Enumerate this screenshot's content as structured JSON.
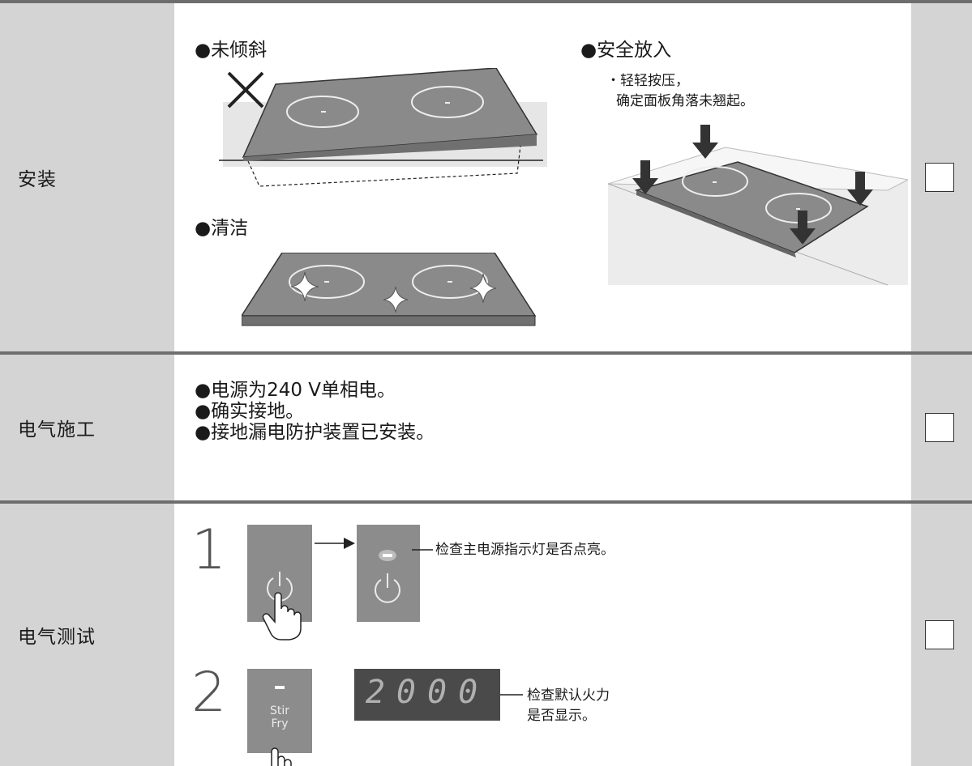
{
  "rows": [
    {
      "label": "安装",
      "sections": {
        "not_tilted": "●未倾斜",
        "clean": "●清洁",
        "safe_place": "●安全放入",
        "safe_note_1": "・轻轻按压，",
        "safe_note_2": "确定面板角落未翘起。"
      }
    },
    {
      "label": "电气施工",
      "items": [
        "●电源为240 V单相电。",
        "●确实接地。",
        "●接地漏电防护装置已安装。"
      ]
    },
    {
      "label": "电气测试",
      "step1": {
        "number": "1",
        "note": "检查主电源指示灯是否点亮。"
      },
      "step2": {
        "number": "2",
        "button_text_1": "Stir",
        "button_text_2": "Fry",
        "display": "2000",
        "note_1": "检查默认火力",
        "note_2": "是否显示。"
      }
    }
  ],
  "colors": {
    "label_bg": "#d4d4d4",
    "divider": "#6e6e6e",
    "cooktop": "#8a8a8a"
  },
  "icons": [
    "cross-icon",
    "sparkle-icon",
    "arrow-down-icon",
    "arrow-right-icon",
    "power-icon",
    "hand-pointer-icon"
  ]
}
